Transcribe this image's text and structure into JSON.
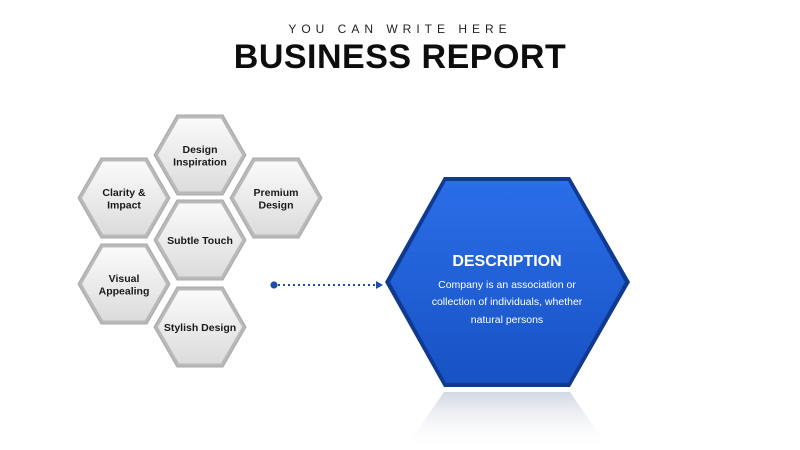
{
  "header": {
    "subtitle": "YOU CAN WRITE HERE",
    "title": "BUSINESS REPORT"
  },
  "hexagons": [
    {
      "id": "design-inspiration",
      "lines": [
        "Design",
        "Inspiration"
      ]
    },
    {
      "id": "clarity-impact",
      "lines": [
        "Clarity &",
        "Impact"
      ]
    },
    {
      "id": "premium-design",
      "lines": [
        "Premium",
        "Design"
      ]
    },
    {
      "id": "subtle-touch",
      "lines": [
        "Subtle Touch"
      ]
    },
    {
      "id": "visual-appealing",
      "lines": [
        "Visual",
        "Appealing"
      ]
    },
    {
      "id": "stylish-design",
      "lines": [
        "Stylish Design"
      ]
    }
  ],
  "description": {
    "title": "DESCRIPTION",
    "lines": [
      "Company is an association or",
      "collection of individuals, whether",
      "natural persons"
    ]
  },
  "colors": {
    "accent": "#1f5fd6",
    "accent_dark": "#0f3a8f",
    "hex_fill": "#efefef",
    "hex_stroke": "#a9a9a9",
    "connector": "#1e4ea8"
  }
}
